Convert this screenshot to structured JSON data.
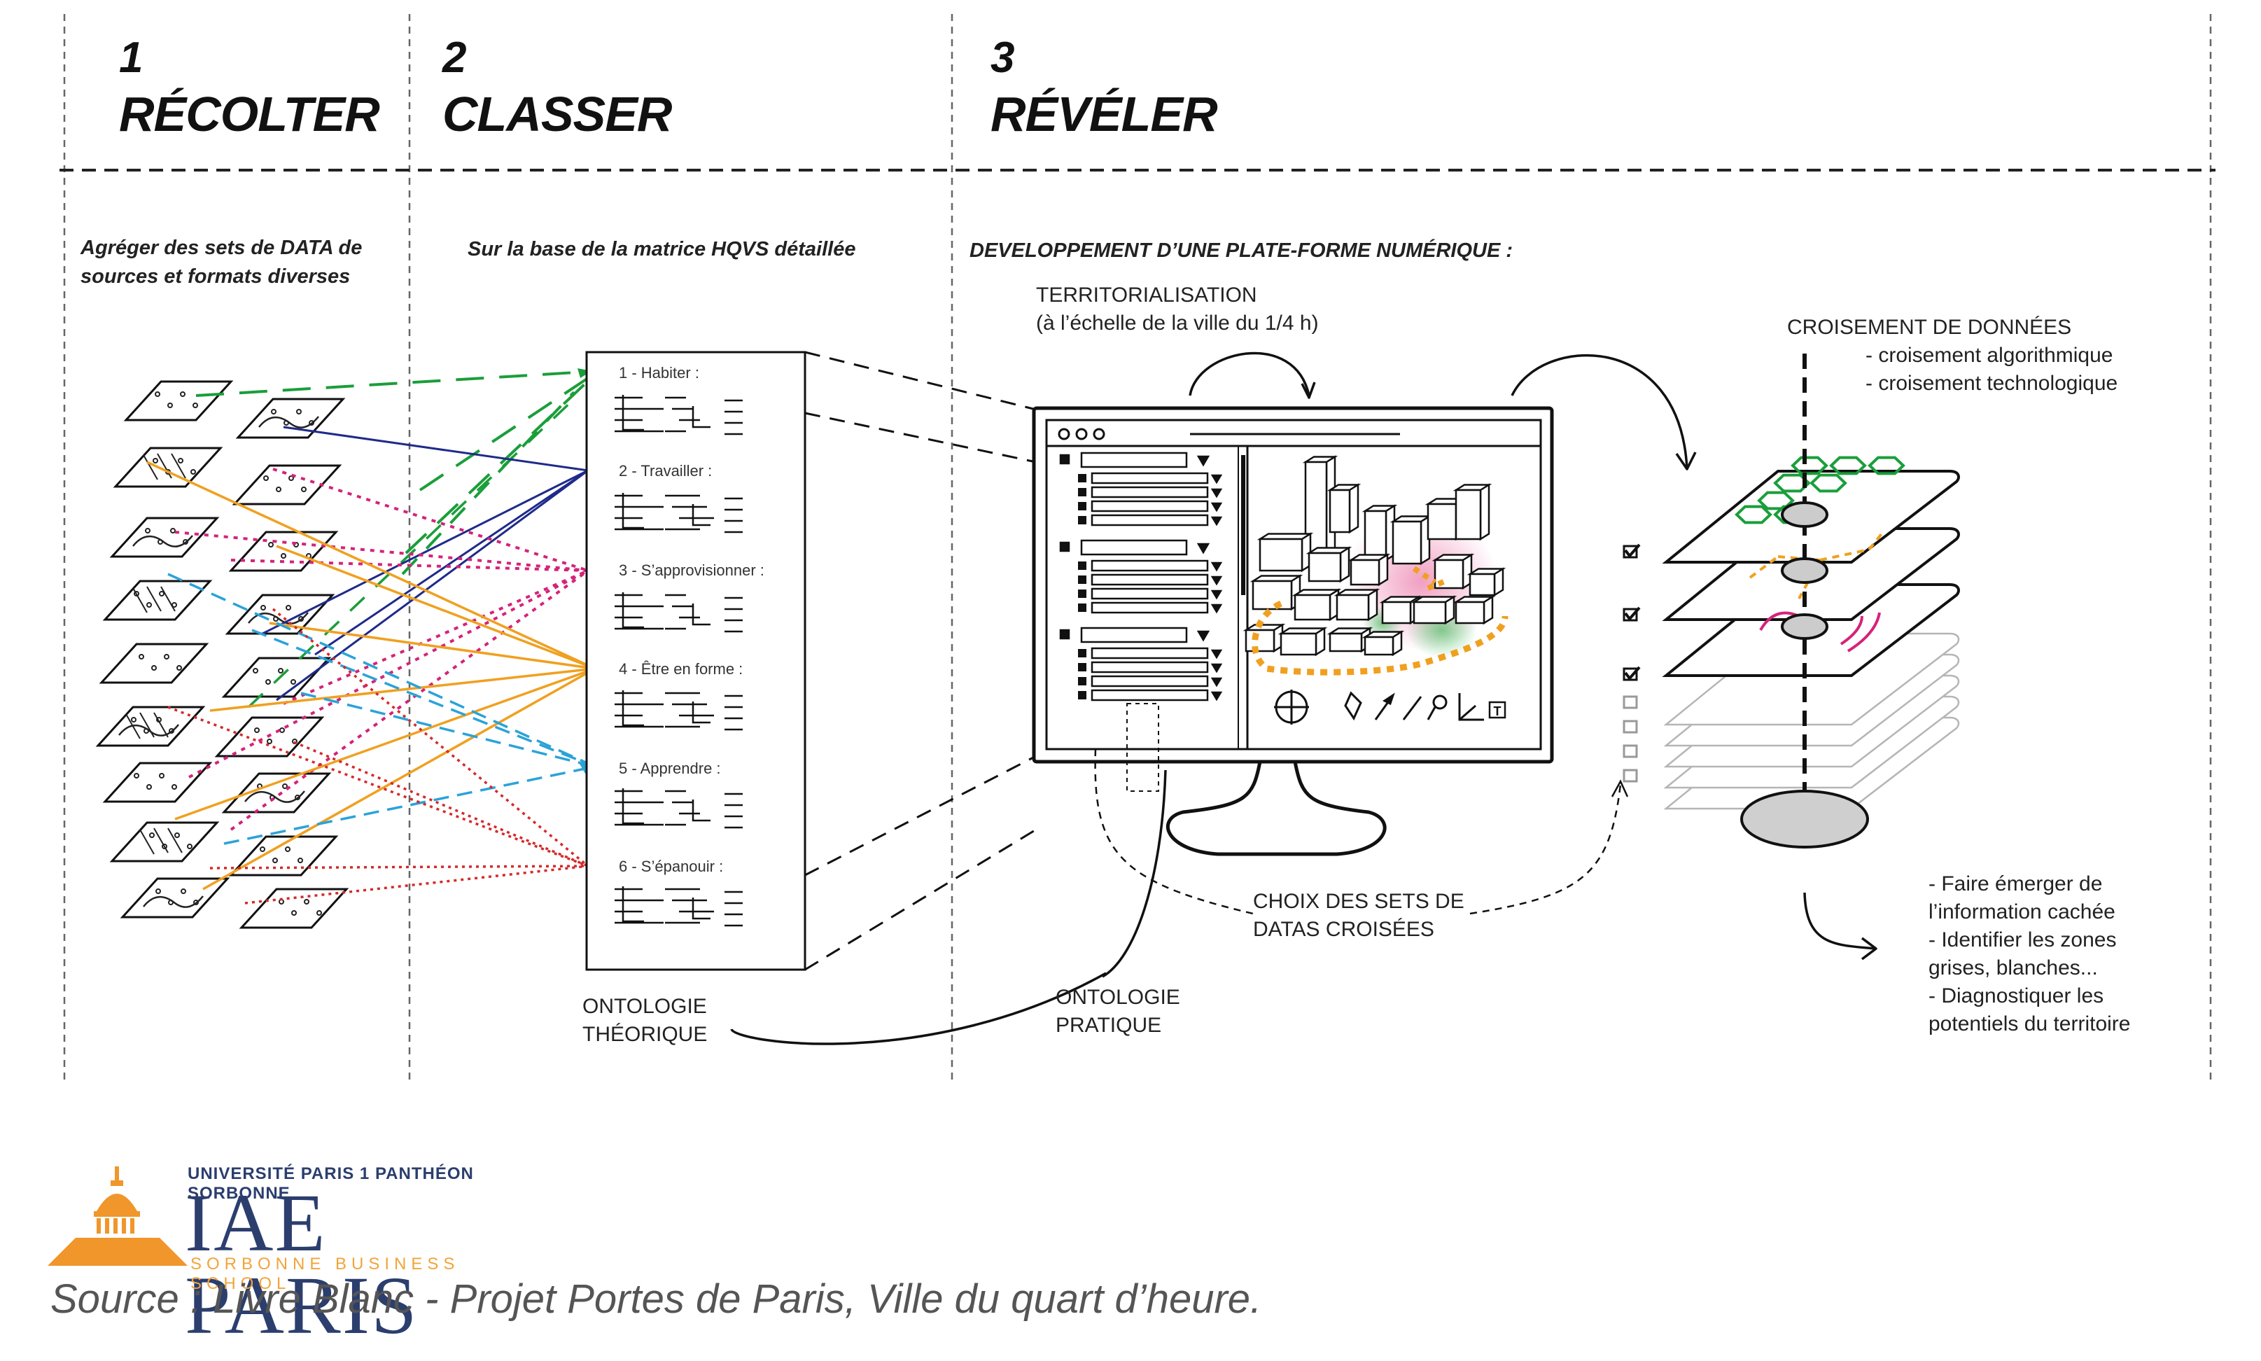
{
  "header": {
    "phases": [
      {
        "number": "1",
        "title": "RÉCOLTER",
        "subtitle_lines": [
          "Agréger des sets de DATA de",
          "sources et formats diverses"
        ]
      },
      {
        "number": "2",
        "title": "CLASSER",
        "subtitle_lines": [
          "Sur la base de la matrice HQVS détaillée"
        ]
      },
      {
        "number": "3",
        "title": "RÉVÉLER",
        "subtitle_lines": [
          "DEVELOPPEMENT D’UNE PLATE-FORME NUMÉRIQUE :"
        ]
      }
    ]
  },
  "classification": {
    "categories": [
      "1 - Habiter :",
      "2 - Travailler :",
      "3 - S’approvisionner :",
      "4 - Être en forme :",
      "5 - Apprendre :",
      "6 - S’épanouir :"
    ]
  },
  "labels": {
    "territorialisation": [
      "TERRITORIALISATION",
      "(à l’échelle de la ville du 1/4 h)"
    ],
    "croisement_title": "CROISEMENT DE DONNÉES",
    "croisement_items": [
      "- croisement algorithmique",
      "- croisement technologique"
    ],
    "choix": [
      "CHOIX DES SETS DE",
      "DATAS CROISÉES"
    ],
    "ontologie_theorique": [
      "ONTOLOGIE",
      "THÉORIQUE"
    ],
    "ontologie_pratique": [
      "ONTOLOGIE",
      "PRATIQUE"
    ],
    "outcomes": [
      "- Faire émerger de",
      "l’information cachée",
      "- Identifier les zones",
      "grises, blanches...",
      "- Diagnostiquer les",
      "potentiels du territoire"
    ]
  },
  "colors": {
    "green": "#1a9e3a",
    "navy": "#1f2a8a",
    "magenta": "#d4237a",
    "orange": "#f0a020",
    "cyan": "#2aa3d8",
    "red": "#d42a2a",
    "ink": "#111111"
  },
  "logo": {
    "top": "UNIVERSITÉ PARIS 1 PANTHÉON SORBONNE",
    "main": "IAE PARIS",
    "bottom": "SORBONNE BUSINESS SCHOOL"
  },
  "source": "Source : Livre Blanc  - Projet Portes de Paris, Ville du quart d’heure."
}
